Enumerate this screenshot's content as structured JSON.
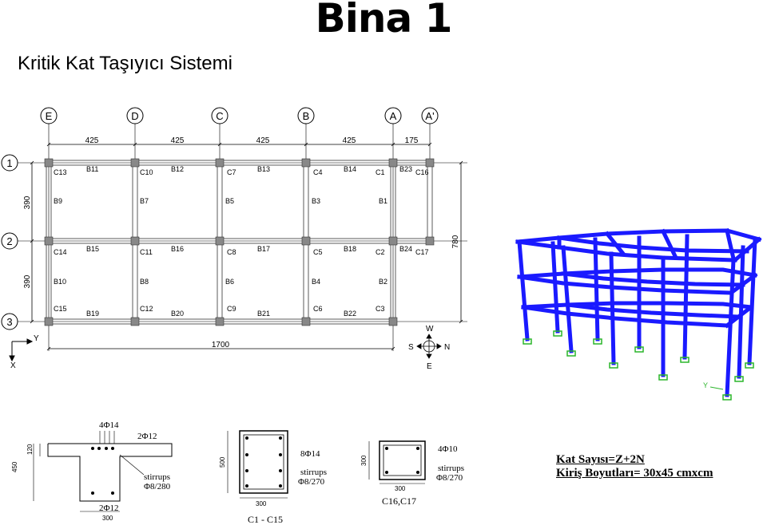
{
  "title": "Bina 1",
  "subtitle": "Kritik Kat Taşıyıcı Sistemi",
  "plan": {
    "axes_x": [
      "E",
      "D",
      "C",
      "B",
      "A",
      "A'"
    ],
    "axes_y": [
      "1",
      "2",
      "3"
    ],
    "top_dims": [
      "425",
      "425",
      "425",
      "425",
      "175"
    ],
    "total_dim": "1700",
    "left_dims": [
      "390",
      "390"
    ],
    "right_dim": "780",
    "columns_row1": [
      "C13",
      "C10",
      "C7",
      "C4",
      "C1",
      "C16"
    ],
    "columns_row2": [
      "C14",
      "C11",
      "C8",
      "C5",
      "C2",
      "C17"
    ],
    "columns_row3": [
      "C15",
      "C12",
      "C9",
      "C6",
      "C3"
    ],
    "beams_row1": [
      "B11",
      "B12",
      "B13",
      "B14",
      "B23"
    ],
    "beams_row2": [
      "B15",
      "B16",
      "B17",
      "B18",
      "B24"
    ],
    "beams_row3": [
      "B19",
      "B20",
      "B21",
      "B22"
    ],
    "beams_vert_upper": [
      "B9",
      "B7",
      "B5",
      "B3",
      "B1"
    ],
    "beams_vert_lower": [
      "B10",
      "B8",
      "B6",
      "B4",
      "B2"
    ],
    "xy_axis": {
      "x": "X",
      "y": "Y"
    },
    "compass": {
      "n": "N",
      "s": "S",
      "e": "E",
      "w": "W"
    }
  },
  "model3d": {
    "axis_label": "Y"
  },
  "sections": {
    "tbeam": {
      "top_bars": "4Φ14",
      "slab_bars": "2Φ12",
      "bottom_bars": "2Φ12",
      "stirrups_label": "stirrups",
      "stirrups_value": "Φ8/280",
      "height": "450",
      "flange": "120",
      "width": "300"
    },
    "col_big": {
      "bars": "8Φ14",
      "stirrups_label": "stirrups",
      "stirrups_value": "Φ8/270",
      "height": "500",
      "width": "300",
      "caption": "C1 - C15"
    },
    "col_small": {
      "bars": "4Φ10",
      "stirrups_label": "stirrups",
      "stirrups_value": "Φ8/270",
      "height": "300",
      "width": "300",
      "caption": "C16,C17"
    }
  },
  "info": {
    "line1": "Kat Sayısı=Z+2N",
    "line2": "Kiriş Boyutları= 30x45 cmxcm"
  }
}
